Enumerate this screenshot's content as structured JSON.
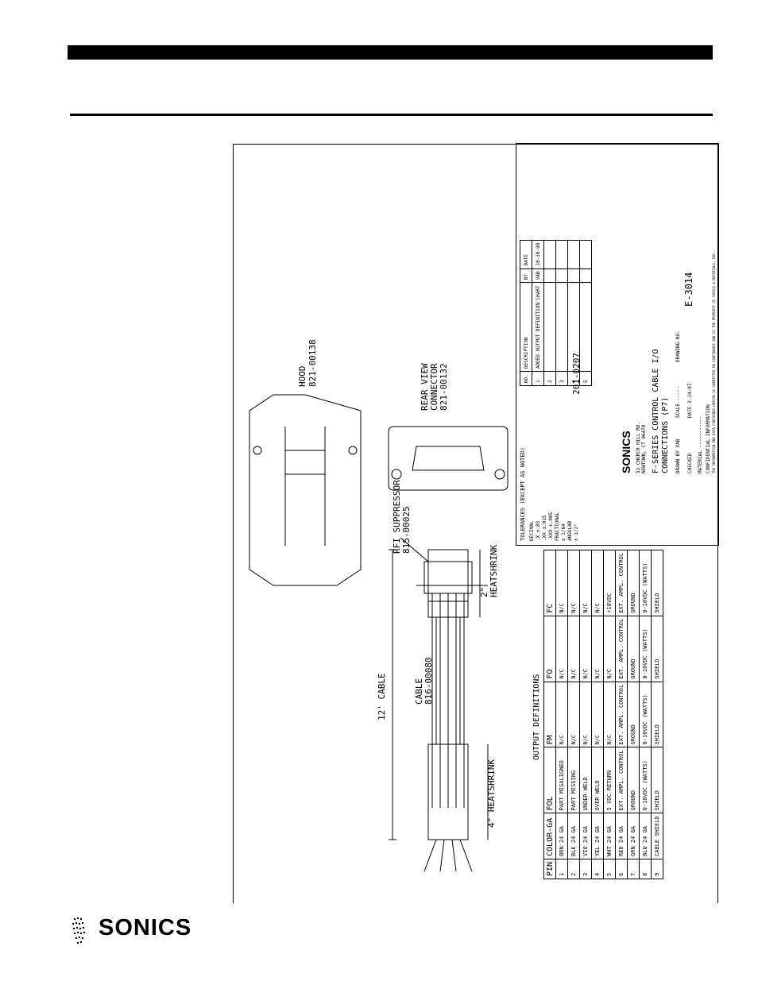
{
  "brand": {
    "name": "SONICS"
  },
  "drawing": {
    "hood": {
      "label": "HOOD",
      "part": "821-00138"
    },
    "rear_view": {
      "line1": "REAR VIEW",
      "line2": "CONNECTOR",
      "part": "821-00132"
    },
    "rfi": {
      "label": "RFI SUPPRESSOR",
      "part": "815-00025"
    },
    "cable_length": "12' CABLE",
    "cable": {
      "label": "CABLE",
      "part": "816-00080"
    },
    "heatshrink_2": "2\"",
    "heatshrink_2_label": "HEATSHRINK",
    "heatshrink_4": "4\" HEATSHRINK",
    "doc_number": "201-0207"
  },
  "output_table": {
    "title": "OUTPUT DEFINITIONS",
    "headers": [
      "PIN",
      "COLOR-GA",
      "FOL",
      "FM",
      "FO",
      "FC"
    ],
    "rows": [
      [
        "1",
        "BRN 24 GA",
        "PART MISALIGNED",
        "N/C",
        "N/C",
        "N/C"
      ],
      [
        "2",
        "BLK 24 GA",
        "PART MISSING",
        "N/C",
        "N/C",
        "N/C"
      ],
      [
        "3",
        "VIO 24 GA",
        "UNDER WELD",
        "N/C",
        "N/C",
        "N/C"
      ],
      [
        "4",
        "YEL 24 GA",
        "OVER WELD",
        "N/C",
        "N/C",
        "N/C"
      ],
      [
        "5",
        "WHT 24 GA",
        "5 VDC RETURN",
        "N/C",
        "N/C",
        "+10VDC"
      ],
      [
        "6",
        "RED 24 GA",
        "EXT. AMPL. CONTROL",
        "EXT. AMPL. CONTROL",
        "EXT. AMPL. CONTROL",
        "EXT. AMPL. CONTROL"
      ],
      [
        "7",
        "GRN 24 GA",
        "GROUND",
        "GROUND",
        "GROUND",
        "GROUND"
      ],
      [
        "8",
        "BLU 24 GA",
        "0-10VDC (WATTS)",
        "0-10VDC (WATTS)",
        "0-10VDC (WATTS)",
        "0-10VDC (WATTS)"
      ],
      [
        "9",
        "CABLE SHIELD",
        "SHIELD",
        "SHIELD",
        "SHIELD",
        "SHIELD"
      ]
    ]
  },
  "title_block": {
    "revisions": [
      {
        "rev": "1",
        "desc": "ADDED OUTPUT DEFINITION CHART",
        "by": "VAB",
        "date": "10-30-98"
      },
      {
        "rev": "2",
        "desc": "",
        "by": "",
        "date": ""
      },
      {
        "rev": "3",
        "desc": "",
        "by": "",
        "date": ""
      },
      {
        "rev": "4",
        "desc": "",
        "by": "",
        "date": ""
      },
      {
        "rev": "5",
        "desc": "",
        "by": "",
        "date": ""
      }
    ],
    "rev_header": {
      "no": "NO.",
      "desc": "DESCRIPTION",
      "by": "BY",
      "date": "DATE"
    },
    "tolerances": "TOLERANCES",
    "tolerances_sub": "(EXCEPT AS NOTED)",
    "decimal": "DECIMAL",
    "decimal_1": ".X ±.03",
    "decimal_2": ".XX ±.015",
    "decimal_3": ".XXX ±.005",
    "fractional": "FRACTIONAL",
    "fractional_val": "± 1/64",
    "angular": "ANGULAR",
    "angular_val": "± 1/2°",
    "company": "SONICS",
    "address1": "53 CHURCH HILL RD.",
    "address2": "NEWTOWN, CT 06470",
    "title1": "F-SERIES CONTROL CABLE I/O",
    "title2": "CONNECTIONS (P7)",
    "drawn_by_label": "DRAWN BY",
    "drawn_by": "VAB",
    "scale_label": "SCALE",
    "scale": "-----",
    "drawing_no_label": "DRAWING NO.",
    "drawing_no": "E-3014",
    "checked_label": "CHECKED",
    "date_label": "DATE",
    "date": "3-14-97",
    "material_label": "MATERIAL",
    "material": "-----------",
    "confidential_title": "CONFIDENTIAL INFORMATION",
    "confidential_text": "THE INFORMATION AND DATA CONTAINED HEREIN IS SUBMITTED IN CONFIDENCE AND IS THE PROPERTY OF SONICS & MATERIALS, INC."
  }
}
